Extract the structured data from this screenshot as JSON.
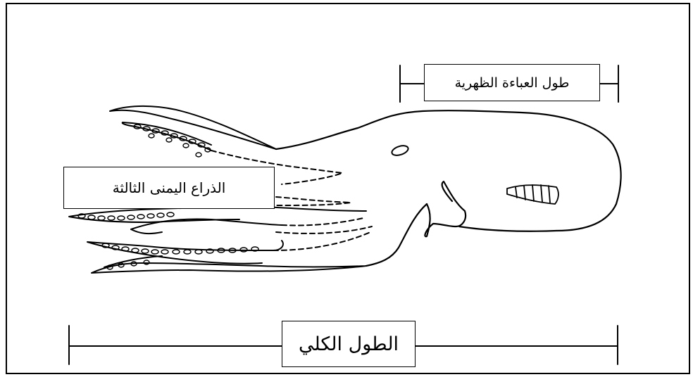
{
  "labels": {
    "dorsal_mantle_length": "طول العباءة الظهرية",
    "third_right_arm": "الذراع اليمنى الثالثة",
    "total_length": "الطول الكلي"
  }
}
